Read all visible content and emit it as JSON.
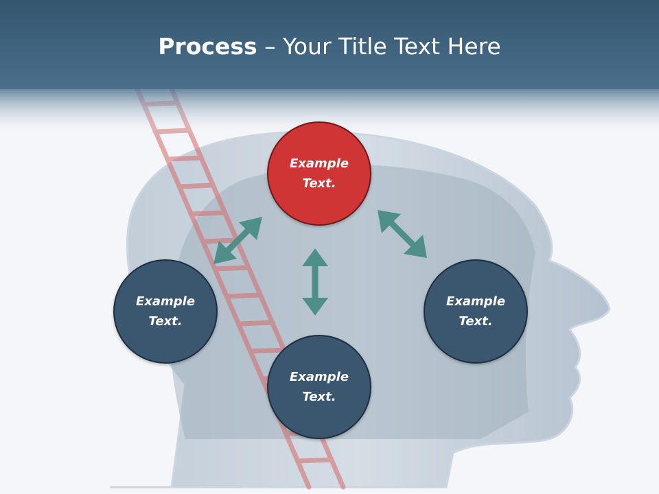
{
  "title": {
    "bold": "Process",
    "rest": " – Your Title Text Here"
  },
  "nodes": {
    "top": {
      "label": "Example Text."
    },
    "left": {
      "label": "Example Text."
    },
    "right": {
      "label": "Example Text."
    },
    "bottom": {
      "label": "Example Text."
    }
  },
  "colors": {
    "header": "#3f6583",
    "node_blue": "#3b5770",
    "node_red": "#cf3535",
    "arrow": "#4f8f8a",
    "ladder": "#d46a6a"
  }
}
